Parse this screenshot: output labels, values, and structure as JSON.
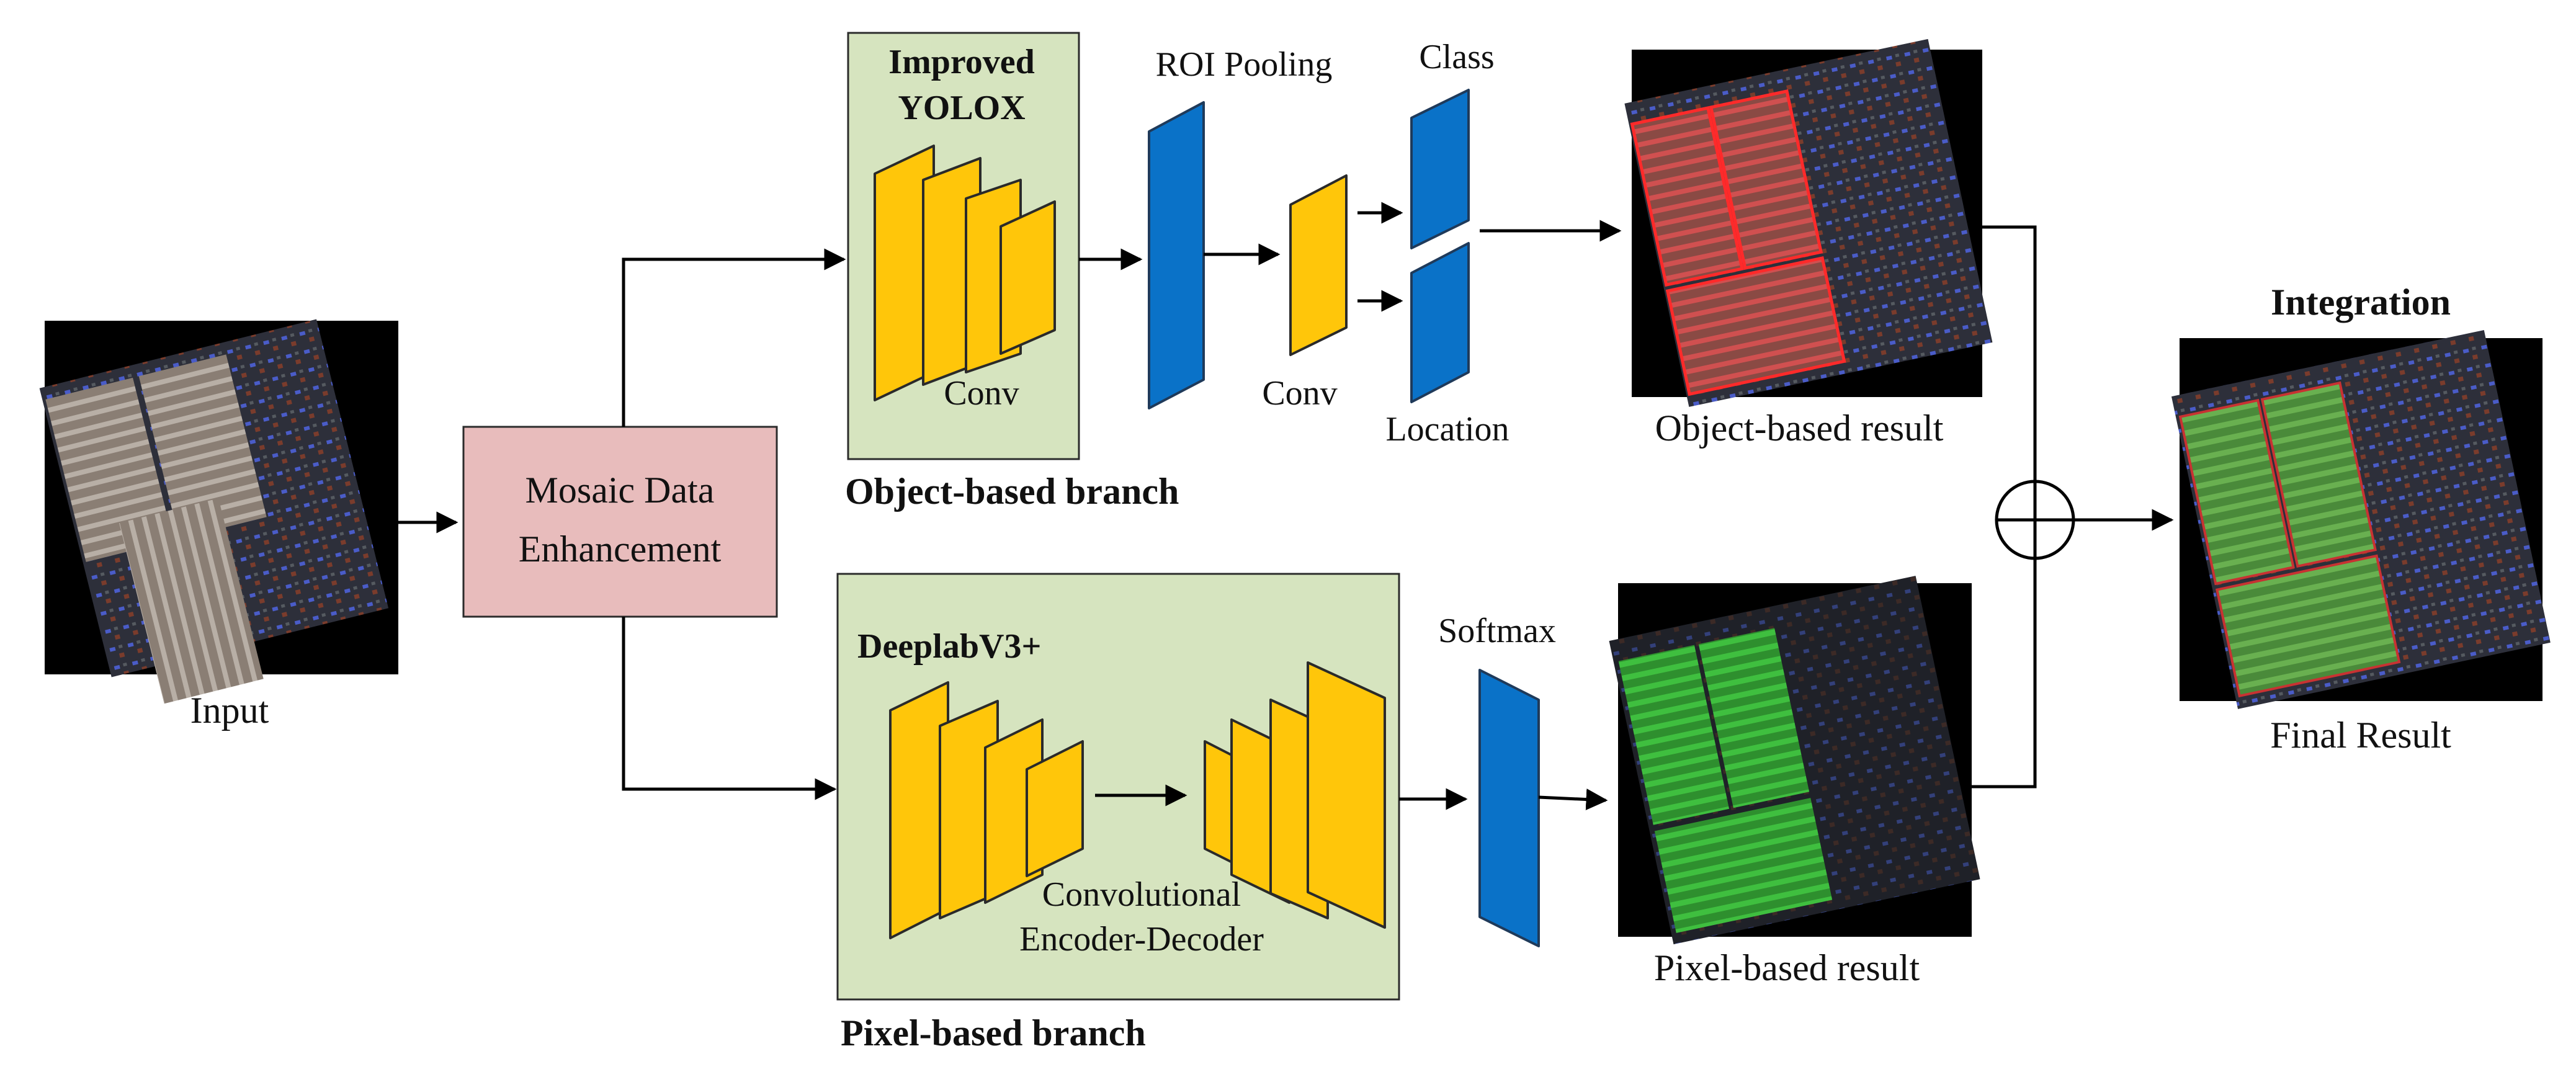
{
  "labels": {
    "input": "Input",
    "mosaic_line1": "Mosaic Data",
    "mosaic_line2": "Enhancement",
    "yolox_line1": "Improved",
    "yolox_line2": "YOLOX",
    "yolox_conv": "Conv",
    "roi_pooling": "ROI Pooling",
    "head_conv": "Conv",
    "class": "Class",
    "location": "Location",
    "object_branch": "Object-based branch",
    "object_result": "Object-based result",
    "deeplab": "DeeplabV3+",
    "encdec_line1": "Convolutional",
    "encdec_line2": "Encoder-Decoder",
    "pixel_branch": "Pixel-based branch",
    "softmax": "Softmax",
    "pixel_result": "Pixel-based result",
    "integration": "Integration",
    "final_result": "Final Result"
  },
  "colors": {
    "feature_map": "#ffc60a",
    "roi_layer": "#0a72c8",
    "branch_box": "#d6e4bf",
    "mosaic_box": "#e8bcbc",
    "object_overlay": "#e02020",
    "pixel_overlay": "#2fa82f"
  },
  "operators": {
    "integration_symbol": "circle-plus"
  }
}
